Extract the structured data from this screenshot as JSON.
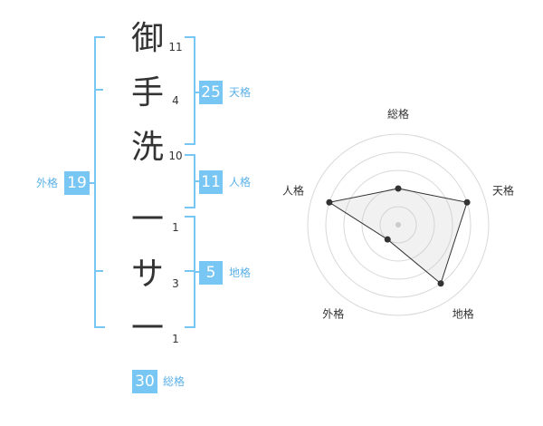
{
  "name": {
    "characters": [
      {
        "char": "御",
        "strokes": "11"
      },
      {
        "char": "手",
        "strokes": "4"
      },
      {
        "char": "洗",
        "strokes": "10"
      },
      {
        "char": "一",
        "strokes": "1"
      },
      {
        "char": "サ",
        "strokes": "3"
      },
      {
        "char": "一",
        "strokes": "1"
      }
    ]
  },
  "fortunes": {
    "tenkaku": {
      "value": "25",
      "label": "天格"
    },
    "jinkaku": {
      "value": "11",
      "label": "人格"
    },
    "chikaku": {
      "value": "5",
      "label": "地格"
    },
    "gaikaku": {
      "value": "19",
      "label": "外格"
    },
    "soukaku": {
      "value": "30",
      "label": "総格"
    }
  },
  "colors": {
    "accent": "#78c6f4",
    "accent_text": "#5bb1e8",
    "text": "#333333"
  },
  "chart_data": {
    "type": "radar",
    "axes": [
      "総格",
      "天格",
      "地格",
      "外格",
      "人格"
    ],
    "values": [
      2,
      4,
      4,
      1,
      4
    ],
    "max": 5,
    "rings": 5
  }
}
